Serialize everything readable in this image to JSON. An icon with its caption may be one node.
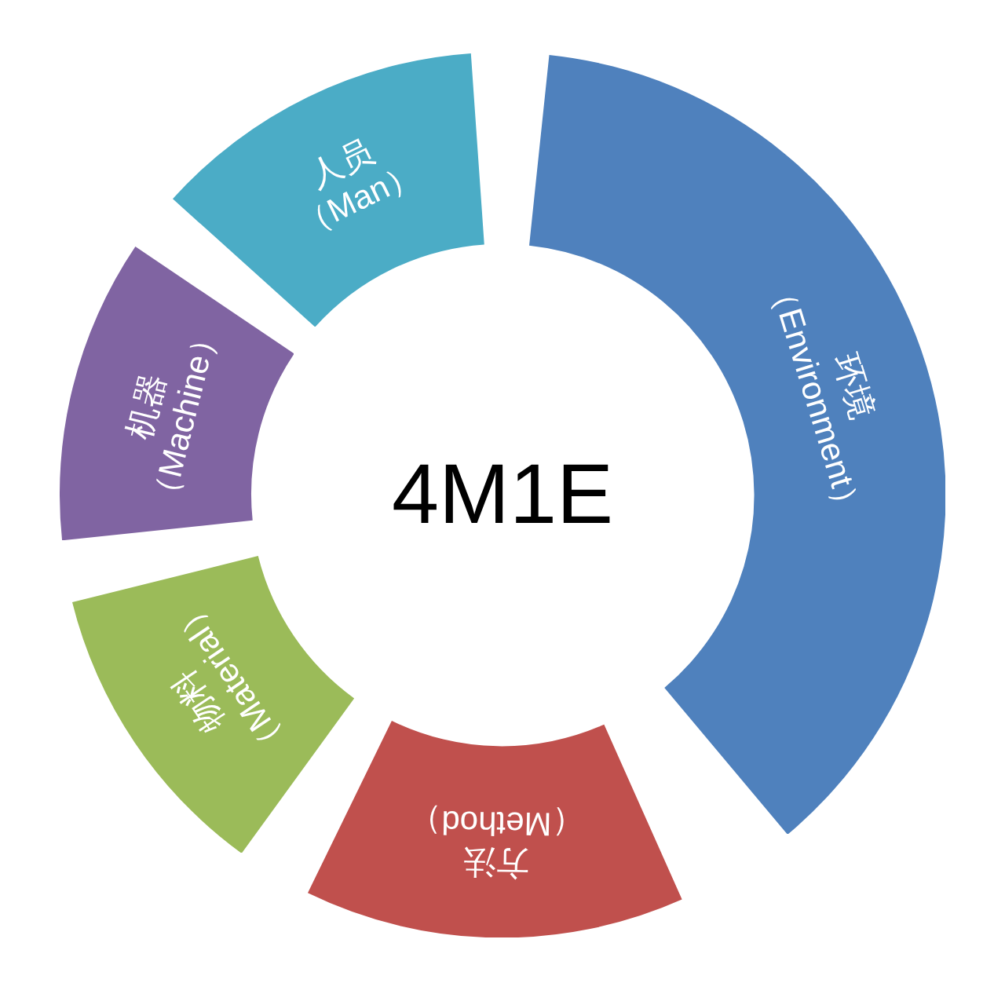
{
  "diagram": {
    "title": "4M1E",
    "nodes": [
      {
        "text": [
          "人员",
          "（Man）"
        ]
      },
      {
        "text": [
          "环境",
          "（Environment）"
        ]
      },
      {
        "text": [
          "方法",
          "（Method）"
        ]
      },
      {
        "text": [
          "物料",
          "（Material）"
        ]
      },
      {
        "text": [
          "机器",
          "（Machine）"
        ]
      }
    ]
  }
}
